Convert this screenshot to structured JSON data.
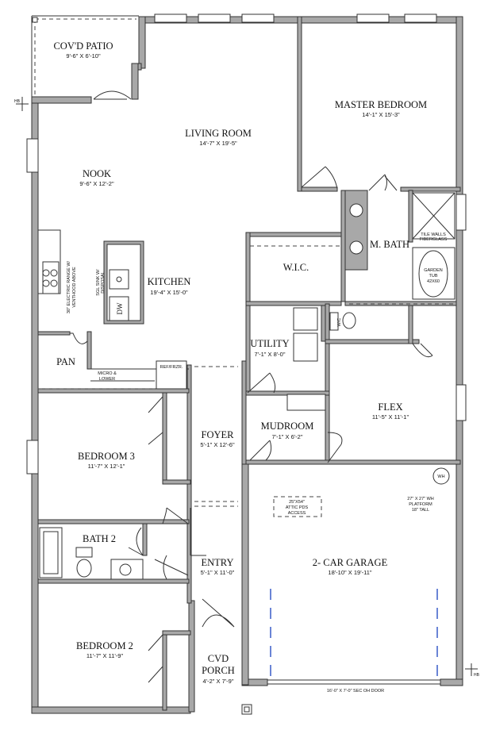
{
  "rooms": {
    "covd_patio": {
      "name": "COV'D PATIO",
      "dim": "9'-6\" X 6'-10\""
    },
    "living_room": {
      "name": "LIVING ROOM",
      "dim": "14'-7\" X 19'-5\""
    },
    "master_bedroom": {
      "name": "MASTER BEDROOM",
      "dim": "14'-1\" X 15'-3\""
    },
    "nook": {
      "name": "NOOK",
      "dim": "9'-6\" X 12'-2\""
    },
    "kitchen": {
      "name": "KITCHEN",
      "dim": "19'-4\" X 15'-0\""
    },
    "wic": {
      "name": "W.I.C."
    },
    "m_bath": {
      "name": "M. BATH"
    },
    "utility": {
      "name": "UTILITY",
      "dim": "7'-1\" X 8'-0\""
    },
    "pan": {
      "name": "PAN"
    },
    "flex": {
      "name": "FLEX",
      "dim": "11'-5\" X 11'-1\""
    },
    "foyer": {
      "name": "FOYER",
      "dim": "5'-1\" X 12'-6\""
    },
    "mudroom": {
      "name": "MUDROOM",
      "dim": "7'-1\" X 6'-2\""
    },
    "bedroom3": {
      "name": "BEDROOM 3",
      "dim": "11'-7\" X 12'-1\""
    },
    "bath2": {
      "name": "BATH 2"
    },
    "entry": {
      "name": "ENTRY",
      "dim": "5'-1\" X 11'-0\""
    },
    "garage": {
      "name": "2- CAR GARAGE",
      "dim": "18'-10\" X 19'-11\""
    },
    "bedroom2": {
      "name": "BEDROOM 2",
      "dim": "11'-7\" X 11'-9\""
    },
    "cvd_porch": {
      "name_line1": "CVD",
      "name_line2": "PORCH",
      "dim": "4'-2\" X 7'-9\""
    }
  },
  "notes": {
    "hb": "HB",
    "range_line1": "30\" ELECTRIC RANGE W/",
    "range_line2": "VENTHOOD ABOVE",
    "sink_line1": "SGL SINK W/",
    "sink_line2": "DISPOSAL",
    "dw": "DW",
    "micro_line1": "MICRO &",
    "micro_line2": "LOWER",
    "ref": "REF/FRZR.",
    "tile_line1": "TILE WALLS",
    "tile_line2": "FIBERGLASS",
    "tub_line1": "GARDEN",
    "tub_line2": "TUB",
    "tub_line3": "42X60",
    "wc": "W/C",
    "wh": "WH",
    "wh_line1": "27\" X 27\" WH",
    "wh_line2": "PLATFORM",
    "wh_line3": "18\" TALL",
    "attic_line1": "25\"X54\"",
    "attic_line2": "ATTIC PDS",
    "attic_line3": "ACCESS",
    "garage_door": "16'-0\" X 7'-0\" SEC OH DOOR"
  }
}
